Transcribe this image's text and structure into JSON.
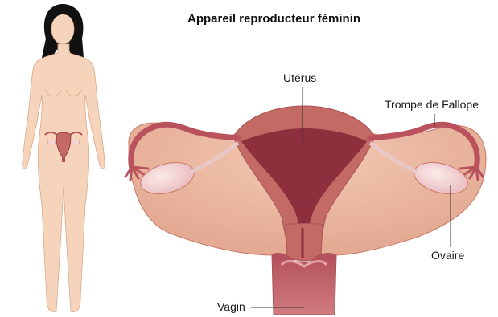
{
  "title": "Appareil reproducteur féminin",
  "labels": {
    "uterus": "Utérus",
    "fallopian_tube": "Trompe de Fallope",
    "ovary": "Ovaire",
    "vagina": "Vagin"
  },
  "colors": {
    "skin": "#f6d4bc",
    "skin_outline": "#d9a98a",
    "hair": "#111111",
    "tissue": "#ecb49c",
    "tissue_outline": "#c97a68",
    "muscle": "#c26a63",
    "cavity": "#8e2f3d",
    "tube": "#b9525c",
    "ovary": "#f2d4d6",
    "leader_line": "#333333"
  }
}
